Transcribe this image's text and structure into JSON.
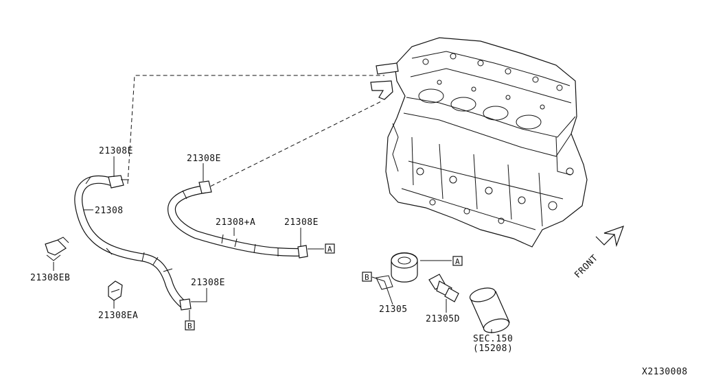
{
  "diagram_id": "X2130008",
  "front_label": "FRONT",
  "callouts": {
    "c1": "21308E",
    "c2": "21308",
    "c3": "21308EB",
    "c4": "21308EA",
    "c5": "21308E",
    "c6": "21308+A",
    "c7": "21308E",
    "c8": "21308E",
    "c9": "21305",
    "c10": "21305D",
    "c11": "SEC.150",
    "c12": "(15208)"
  },
  "ref_boxes": {
    "a1": "A",
    "a2": "A",
    "b1": "B",
    "b2": "B"
  }
}
